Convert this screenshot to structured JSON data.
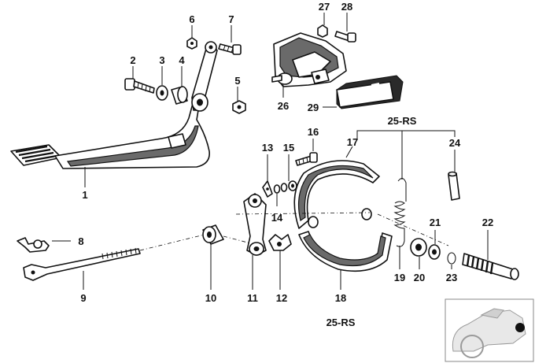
{
  "labels": {
    "l1": "1",
    "l2": "2",
    "l3": "3",
    "l4": "4",
    "l5": "5",
    "l6": "6",
    "l7": "7",
    "l8": "8",
    "l9": "9",
    "l10": "10",
    "l11": "11",
    "l12": "12",
    "l13": "13",
    "l14": "14",
    "l15": "15",
    "l16": "16",
    "l17": "17",
    "l18": "18",
    "l19": "19",
    "l20": "20",
    "l21": "21",
    "l22": "22",
    "l23": "23",
    "l24": "24",
    "l25top": "25-RS",
    "l25bottom": "25-RS",
    "l26": "26",
    "l27": "27",
    "l28": "28",
    "l29": "29"
  },
  "icons": [
    "motorcycle-thumbnail-icon"
  ]
}
